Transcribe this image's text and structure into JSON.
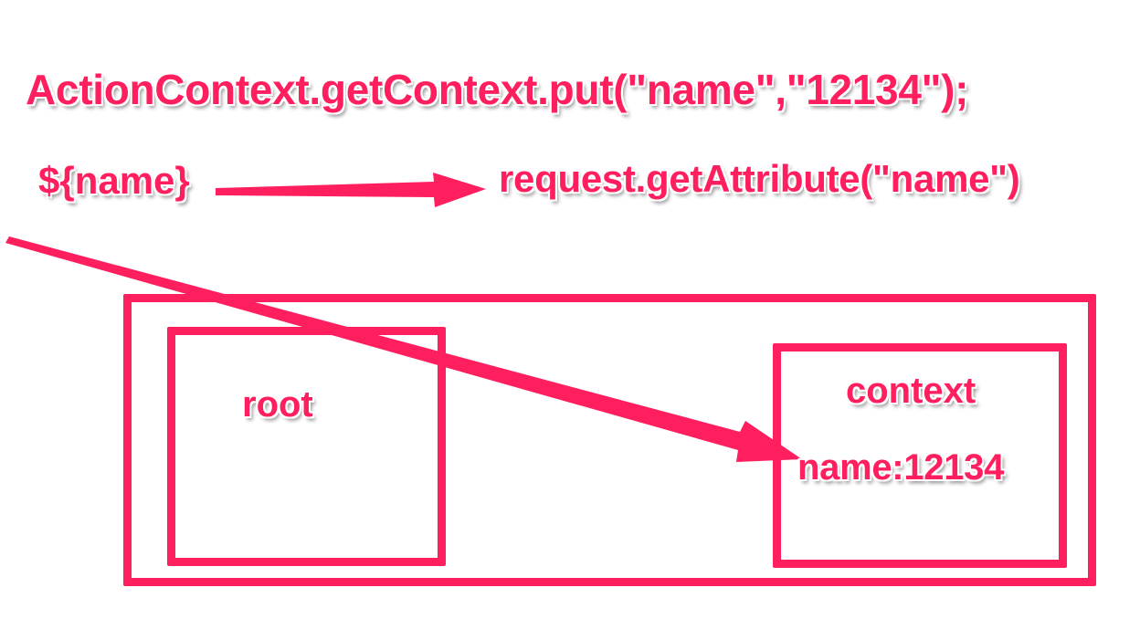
{
  "code": {
    "put_statement": "ActionContext.getContext.put(\"name\",\"12134\");",
    "el_expression": "${name}",
    "request_call": "request.getAttribute(\"name\")"
  },
  "diagram": {
    "root_label": "root",
    "context_label": "context",
    "context_entry": "name:12134"
  },
  "colors": {
    "accent": "#ff1e5e",
    "background": "#ffffff"
  }
}
